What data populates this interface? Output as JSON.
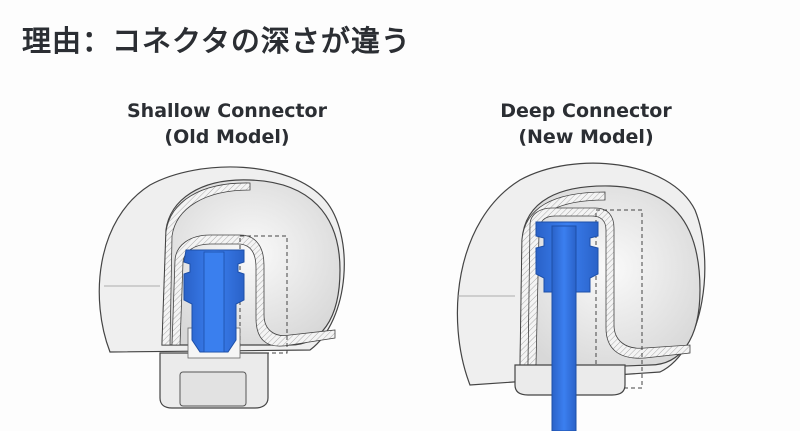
{
  "title": "理由：コネクタの深さが違う",
  "left": {
    "line1": "Shallow Connector",
    "line2": "(Old Model)"
  },
  "right": {
    "line1": "Deep Connector",
    "line2": "(New Model)"
  },
  "colors": {
    "nozzle": "#2e6fd8",
    "tip": "#eeeeee",
    "outline": "#444444"
  }
}
